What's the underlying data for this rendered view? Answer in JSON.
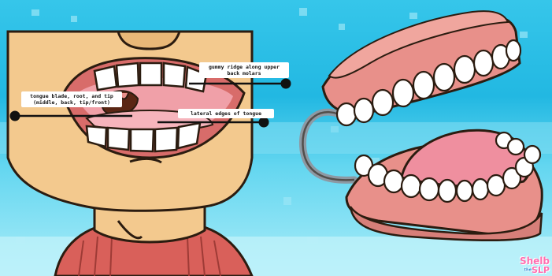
{
  "annotations": {
    "tongue_blade": "tongue blade, root, and tip\n(middle, back, tip/front)",
    "gummy_ridge": "gummy ridge along upper\nback molars",
    "lateral_edges": "lateral edges of tongue"
  },
  "brand": {
    "name": "Shelb",
    "the": "the",
    "suffix": "SLP"
  },
  "colors": {
    "background_light": "#8fe3f4",
    "background_mid": "#2ec4e6",
    "background_dark": "#14a9d6",
    "skin": "#f3c98e",
    "skin_outline": "#2b1c10",
    "gum": "#e8908a",
    "tongue": "#f2a8b0",
    "sweater": "#d9605a",
    "tooth": "#ffffff",
    "marker": "#111111"
  }
}
